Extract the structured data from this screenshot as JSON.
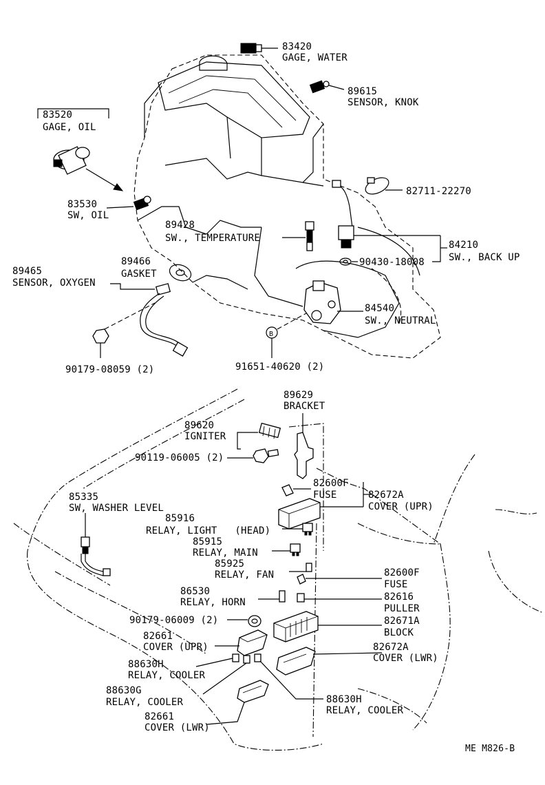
{
  "figure_code": "ME M826-B",
  "colors": {
    "ink": "#000000",
    "paper": "#ffffff"
  },
  "parts": [
    {
      "id": "gage-water",
      "code": "83420",
      "name": "GAGE, WATER"
    },
    {
      "id": "sensor-knock",
      "code": "89615",
      "name": "SENSOR, KNOK"
    },
    {
      "id": "gage-oil",
      "code": "83520",
      "name": "GAGE, OIL"
    },
    {
      "id": "clamp",
      "code": "82711-22270",
      "name": ""
    },
    {
      "id": "sw-oil",
      "code": "83530",
      "name": "SW, OIL"
    },
    {
      "id": "sw-temperature",
      "code": "89428",
      "name": "SW., TEMPERATURE"
    },
    {
      "id": "sw-back-up",
      "code": "84210",
      "name": "SW., BACK UP"
    },
    {
      "id": "washer-90430",
      "code": "90430-18008",
      "name": ""
    },
    {
      "id": "sensor-oxygen",
      "code": "89465",
      "name": "SENSOR, OXYGEN"
    },
    {
      "id": "gasket",
      "code": "89466",
      "name": "GASKET"
    },
    {
      "id": "sw-neutral",
      "code": "84540",
      "name": "SW., NEUTRAL"
    },
    {
      "id": "nut-90179-08059",
      "code": "90179-08059 (2)",
      "name": ""
    },
    {
      "id": "bolt-91651",
      "code": "91651-40620 (2)",
      "name": ""
    },
    {
      "id": "bolt-marker",
      "code": "B",
      "name": ""
    },
    {
      "id": "bracket",
      "code": "89629",
      "name": "BRACKET"
    },
    {
      "id": "igniter",
      "code": "89620",
      "name": "IGNITER"
    },
    {
      "id": "bolt-90119",
      "code": "90119-06005 (2)",
      "name": ""
    },
    {
      "id": "fuse-1",
      "code": "82600F",
      "name": "FUSE"
    },
    {
      "id": "cover-upr-1",
      "code": "82672A",
      "name": "COVER (UPR)"
    },
    {
      "id": "sw-washer-level",
      "code": "85335",
      "name": "SW, WASHER LEVEL"
    },
    {
      "id": "relay-light",
      "code": "85916",
      "name": "RELAY, LIGHT   (HEAD)"
    },
    {
      "id": "relay-main",
      "code": "85915",
      "name": "RELAY, MAIN"
    },
    {
      "id": "relay-fan",
      "code": "85925",
      "name": "RELAY, FAN"
    },
    {
      "id": "fuse-2",
      "code": "82600F",
      "name": "FUSE"
    },
    {
      "id": "relay-horn",
      "code": "86530",
      "name": "RELAY, HORN"
    },
    {
      "id": "puller",
      "code": "82616",
      "name": "PULLER"
    },
    {
      "id": "nut-90179-06009",
      "code": "90179-06009 (2)",
      "name": ""
    },
    {
      "id": "block",
      "code": "82671A",
      "name": "BLOCK"
    },
    {
      "id": "cover-upr-2",
      "code": "82661",
      "name": "COVER (UPR)"
    },
    {
      "id": "cover-lwr-1",
      "code": "82672A",
      "name": "COVER (LWR)"
    },
    {
      "id": "relay-cooler-1",
      "code": "88630H",
      "name": "RELAY, COOLER"
    },
    {
      "id": "relay-cooler-2",
      "code": "88630G",
      "name": "RELAY, COOLER"
    },
    {
      "id": "relay-cooler-3",
      "code": "88630H",
      "name": "RELAY, COOLER"
    },
    {
      "id": "cover-lwr-2",
      "code": "82661",
      "name": "COVER (LWR)"
    }
  ]
}
